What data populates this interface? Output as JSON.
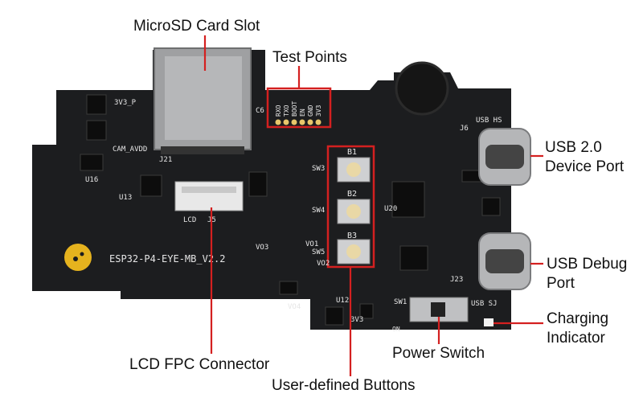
{
  "labels": {
    "microsd": "MicroSD Card Slot",
    "test_points": "Test Points",
    "usb20_line1": "USB 2.0",
    "usb20_line2": "Device Port",
    "usb_debug_line1": "USB Debug",
    "usb_debug_line2": "Port",
    "charging_line1": "Charging",
    "charging_line2": "Indicator",
    "power_switch": "Power Switch",
    "lcd_fpc": "LCD FPC Connector",
    "user_buttons": "User-defined Buttons"
  },
  "silkscreen": {
    "board_name": "ESP32-P4-EYE-MB_V2.2",
    "v3p3_p": "3V3_P",
    "cam_avdd": "CAM_AVDD",
    "j21": "J21",
    "c6": "C6",
    "j5": "J5",
    "lcd": "LCD",
    "j6": "J6",
    "usb_hs": "USB HS",
    "usb_sj": "USB SJ",
    "u16": "U16",
    "u13": "U13",
    "u20": "U20",
    "u12": "U12",
    "j23": "J23",
    "sw1": "SW1",
    "sw3": "SW3",
    "sw4": "SW4",
    "sw5": "SW5",
    "b1": "B1",
    "b2": "B2",
    "b3": "B3",
    "vo1": "VO1",
    "vo2": "VO2",
    "vo3": "VO3",
    "vo4": "VO4",
    "v3v3": "3V3",
    "on": "ON",
    "test_pads": [
      "RXO",
      "TXO",
      "BOOT",
      "EN",
      "GND",
      "3V3"
    ]
  },
  "colors": {
    "pcb": "#1c1d1f",
    "callout_line": "#d42020",
    "text": "#111111"
  }
}
